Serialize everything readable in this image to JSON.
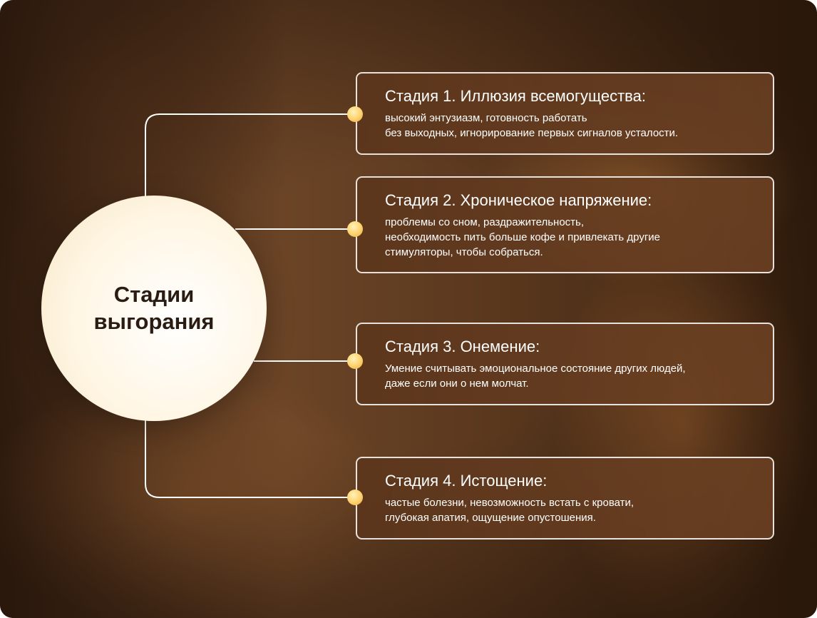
{
  "center": {
    "title_line1": "Стадии",
    "title_line2": "выгорания"
  },
  "stages": [
    {
      "title": "Стадия 1. Иллюзия всемогущества:",
      "lines": [
        "высокий энтузиазм, готовность работать",
        "без выходных, игнорирование первых сигналов усталости."
      ]
    },
    {
      "title": "Стадия 2. Хроническое напряжение:",
      "lines": [
        "проблемы со сном, раздражительность,",
        "необходимость пить больше кофе и привлекать другие",
        "стимуляторы, чтобы собраться."
      ]
    },
    {
      "title": "Стадия 3. Онемение:",
      "lines": [
        "Умение считывать эмоциональное состояние других людей,",
        "даже если они о нем молчат."
      ]
    },
    {
      "title": "Стадия 4. Истощение:",
      "lines": [
        "частые болезни, невозможность встать с кровати,",
        "глубокая апатия, ощущение опустошения."
      ]
    }
  ],
  "colors": {
    "accent_dot": "#ffd474",
    "circle_fill": "#fff6e4",
    "card_border": "#ffffff"
  }
}
